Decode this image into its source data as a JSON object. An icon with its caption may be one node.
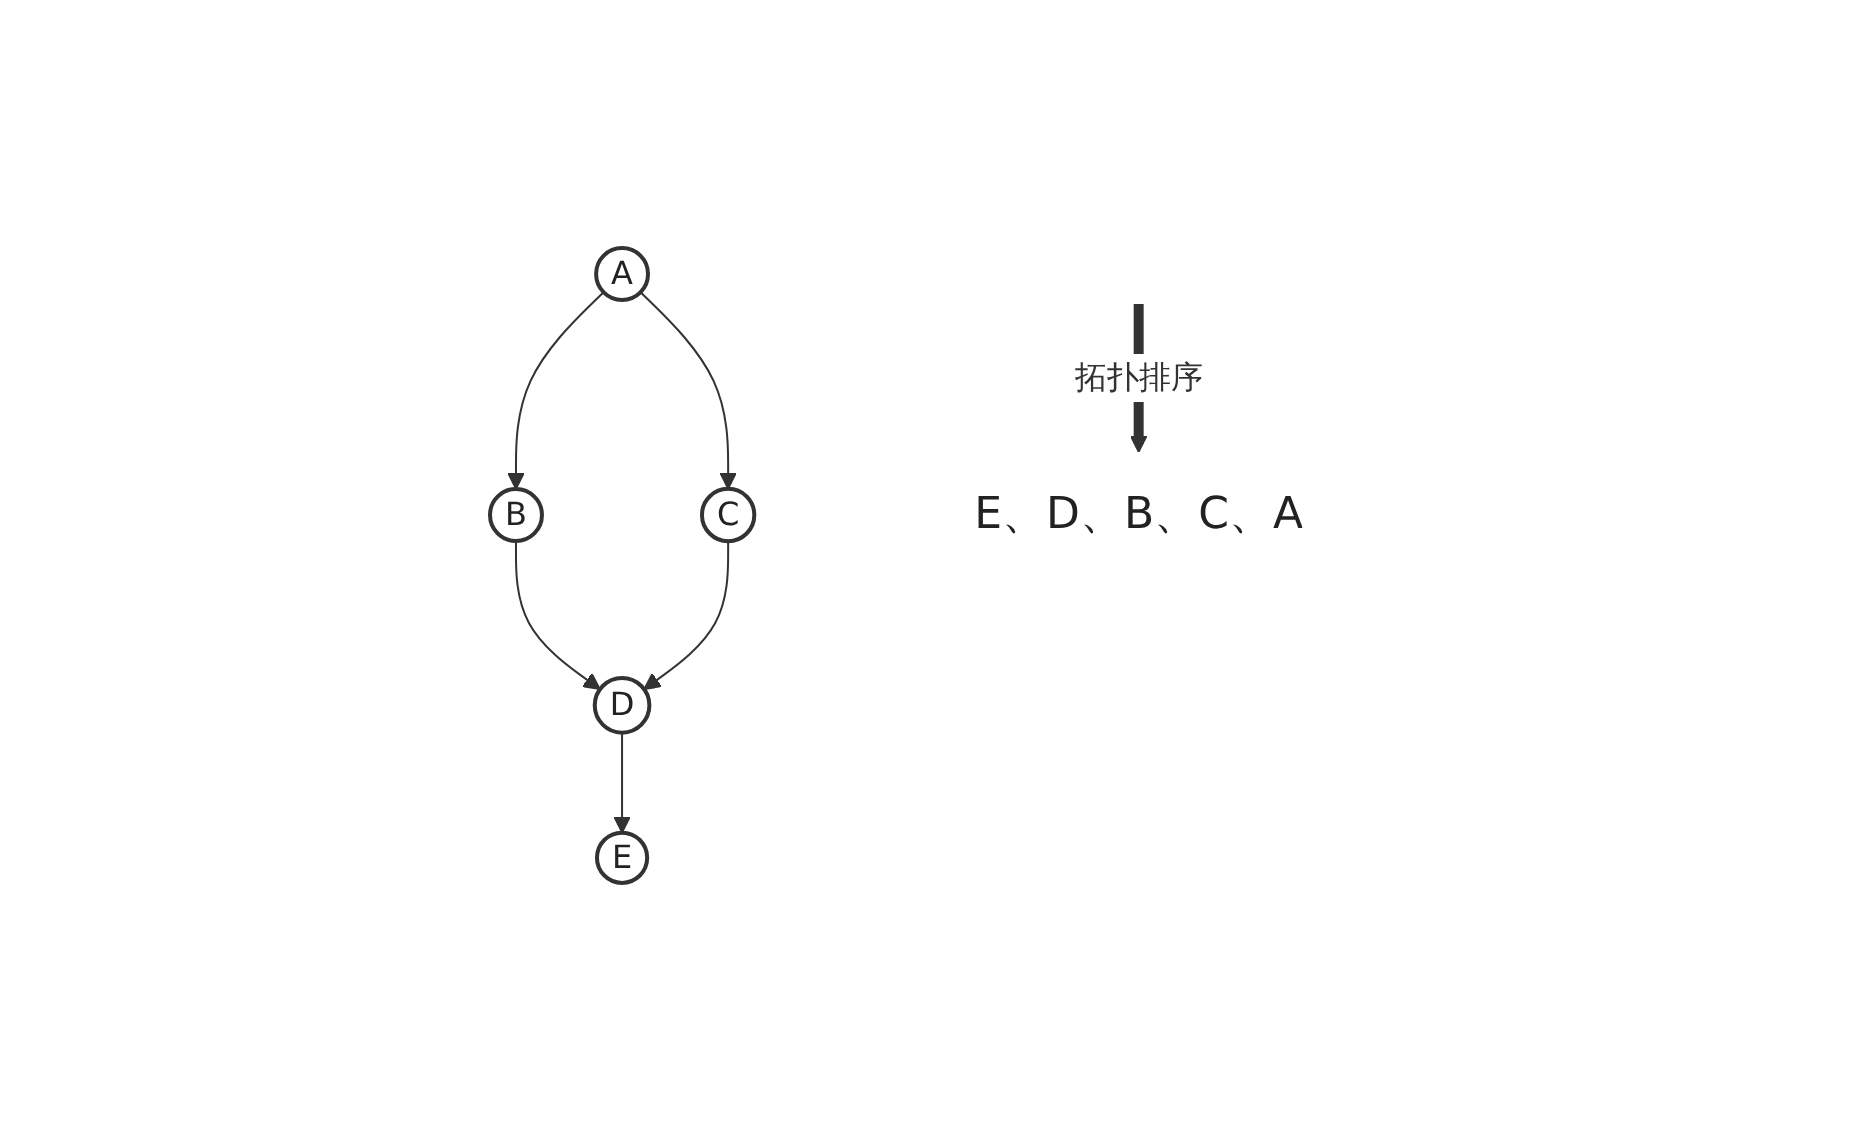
{
  "diagram": {
    "nodes": [
      {
        "text": [
          "A"
        ]
      },
      {
        "text": [
          "B"
        ]
      },
      {
        "text": [
          "C"
        ]
      },
      {
        "text": [
          "D"
        ]
      },
      {
        "text": [
          "E"
        ]
      },
      {
        "text": [
          "E、D、B、C、A"
        ]
      }
    ],
    "edges": [
      {
        "from": 0,
        "to": 1,
        "arrow": "to"
      },
      {
        "from": 0,
        "to": 2,
        "arrow": "to"
      },
      {
        "from": 1,
        "to": 3,
        "arrow": "to"
      },
      {
        "from": 2,
        "to": 3,
        "arrow": "to"
      },
      {
        "from": 3,
        "to": 4,
        "arrow": "to"
      },
      {
        "from": null,
        "to": 5,
        "arrow": "to",
        "label": "拓扑排序",
        "style": "thick"
      }
    ]
  }
}
